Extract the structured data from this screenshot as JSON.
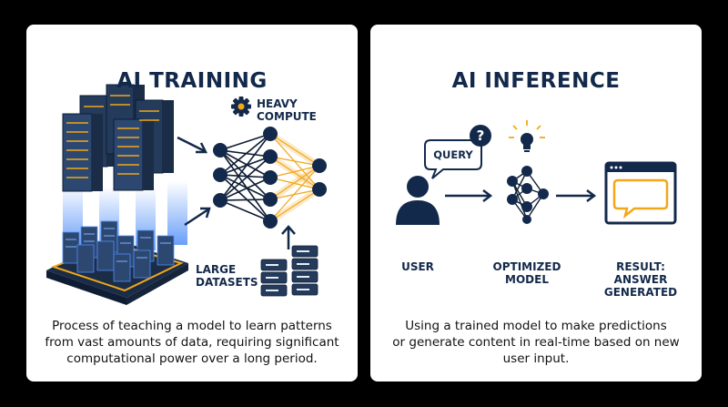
{
  "training": {
    "title": "AI TRAINING",
    "heavy_compute": [
      "HEAVY",
      "COMPUTE"
    ],
    "large_datasets": [
      "LARGE",
      "DATASETS"
    ],
    "description": [
      "Process of teaching a model to learn patterns",
      "from vast amounts of data, requiring significant",
      "computational power over a long period."
    ]
  },
  "inference": {
    "title": "AI INFERENCE",
    "query": "QUERY",
    "user": "USER",
    "optimized_model": [
      "OPTIMIZED",
      "MODEL"
    ],
    "result": [
      "RESULT:",
      "ANSWER",
      "GENERATED"
    ],
    "description": [
      "Using a trained model to make predictions",
      "or generate content in real-time based on new",
      "user input."
    ]
  },
  "colors": {
    "navy": "#13294b",
    "gold": "#f2a71b",
    "glow": "#4f8ef7",
    "server": "#243b5c"
  },
  "icons": [
    "server-rack-icon",
    "gear-icon",
    "neural-network-icon",
    "database-icon",
    "user-icon",
    "speech-bubble-icon",
    "question-mark-icon",
    "lightbulb-icon",
    "browser-window-icon",
    "arrow-icon"
  ]
}
